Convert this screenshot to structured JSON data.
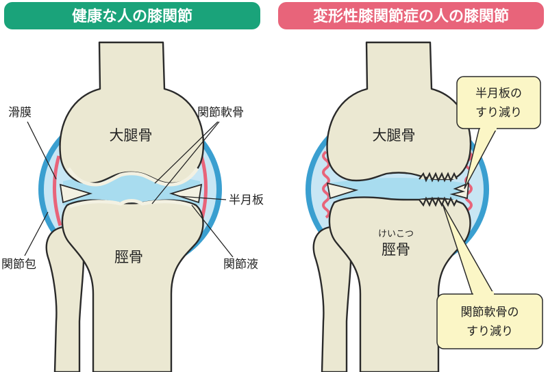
{
  "headers": {
    "healthy": "健康な人の膝関節",
    "oa": "変形性膝関節症の人の膝関節"
  },
  "healthy_labels": {
    "synovium": "滑膜",
    "joint_capsule": "関節包",
    "articular_cartilage": "関節軟骨",
    "meniscus": "半月板",
    "synovial_fluid": "関節液",
    "femur": "大腿骨",
    "tibia": "脛骨"
  },
  "oa_labels": {
    "femur": "大腿骨",
    "tibia_reading": "けいこつ",
    "tibia": "脛骨",
    "meniscus_wear_line1": "半月板の",
    "meniscus_wear_line2": "すり減り",
    "cartilage_wear_line1": "関節軟骨の",
    "cartilage_wear_line2": "すり減り"
  },
  "colors": {
    "healthy_header": "#1aa37a",
    "oa_header": "#e8647a",
    "capsule_blue": "#3a9fd0",
    "capsule_fill": "#c8e6f4",
    "synovium_red": "#e8647a",
    "joint_fluid": "#a8dcef",
    "bone_fill": "#ebe8d2",
    "callout_fill": "#fbf6c6"
  }
}
